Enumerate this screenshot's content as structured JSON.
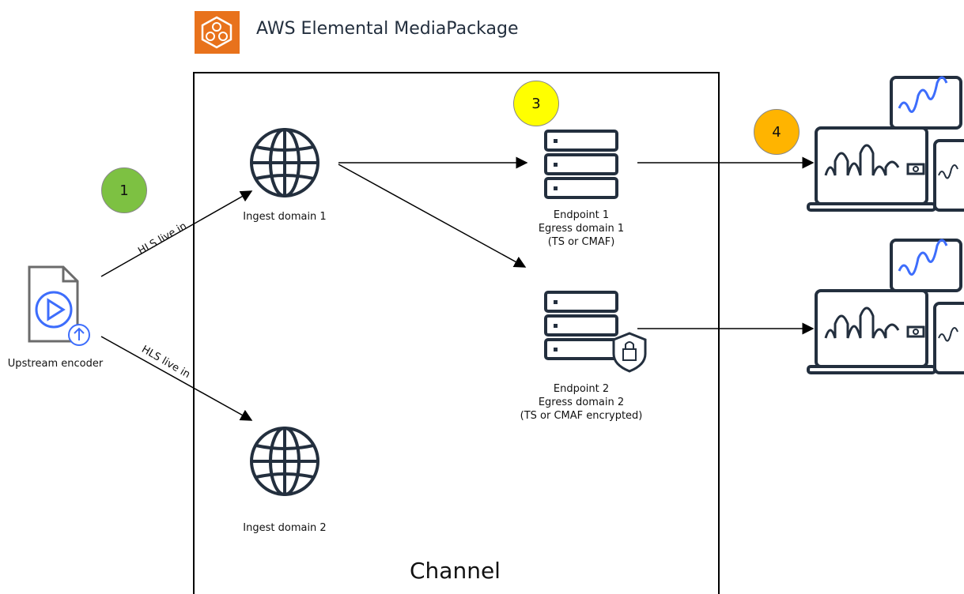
{
  "header": {
    "title": "AWS Elemental MediaPackage",
    "logo_icon": "mediapackage-icon",
    "logo_color": "#e8721c"
  },
  "channel": {
    "label": "Channel"
  },
  "encoder": {
    "label": "Upstream encoder"
  },
  "ingest": [
    {
      "label": "Ingest domain 1"
    },
    {
      "label": "Ingest domain 2"
    }
  ],
  "edges": [
    {
      "label": "HLS live in"
    },
    {
      "label": "HLS live in"
    }
  ],
  "endpoints": [
    {
      "line1": "Endpoint 1",
      "line2": "Egress domain 1",
      "line3": "(TS or CMAF)"
    },
    {
      "line1": "Endpoint 2",
      "line2": "Egress domain 2",
      "line3": "(TS or CMAF encrypted)"
    }
  ],
  "badges": [
    {
      "text": "1",
      "color": "#7dc142"
    },
    {
      "text": "3",
      "color": "#ffff00"
    },
    {
      "text": "4",
      "color": "#ffb400"
    }
  ],
  "colors": {
    "accent_blue": "#3d6dfc",
    "line": "#000000"
  }
}
